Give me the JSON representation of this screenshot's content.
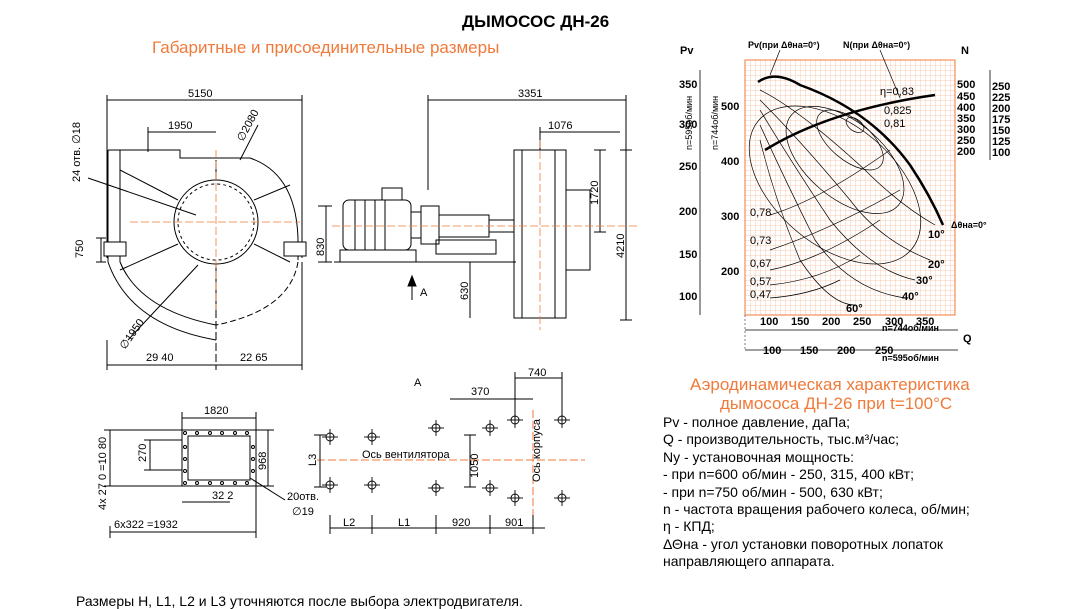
{
  "title": "ДЫМОСОС ДН-26",
  "subtitle_dimensions": "Габаритные и присоединительные размеры",
  "aero_title_line1": "Аэродинамическая характеристика",
  "aero_title_line2": "дымососа ДН-26 при t=100°C",
  "legend": [
    "Pv - полное давление, даПа;",
    "Q - производительность, тыс.м³/час;",
    "Ny - установочная мощность:",
    "- при n=600 об/мин - 250, 315, 400 кВт;",
    "- при n=750 об/мин - 500, 630 кВт;",
    "n - частота вращения рабочего колеса, об/мин;",
    "η - КПД;",
    "ΔΘна - угол установки поворотных лопаток",
    "направляющего аппарата."
  ],
  "footnote": "Размеры  H, L1, L2 и L3 уточняются после выбора электродвигателя.",
  "front_view": {
    "dim_5150": "5150",
    "dim_1950": "1950",
    "dim_d2080": "∅2080",
    "dim_holes": "24 отв. ∅18",
    "dim_750": "750",
    "dim_d1950": "∅1950",
    "dim_2940": "29 40",
    "dim_2265": "22 65"
  },
  "side_view": {
    "dim_3351": "3351",
    "dim_1076": "1076",
    "dim_1720": "1720",
    "dim_4210": "4210",
    "dim_830": "830",
    "dim_630": "630",
    "arrow_a": "A"
  },
  "flange_view": {
    "dim_1820": "1820",
    "dim_270": "270",
    "dim_968": "968",
    "dim_4x270": "4x 27 0 =10 80",
    "dim_322": "32 2",
    "dim_6x322": "6x322 =1932",
    "dim_20holes": "20отв.",
    "dim_d19": "∅19"
  },
  "foundation_view": {
    "view_a": "A",
    "dim_370": "370",
    "dim_740": "740",
    "dim_1050": "1050",
    "dim_l3": "L3",
    "dim_l2": "L2",
    "dim_l1": "L1",
    "dim_920": "920",
    "dim_901": "901",
    "axis_fan": "Ось вентилятора",
    "axis_housing": "Ось корпуса"
  },
  "chart_labels": {
    "pv_axis": "Pv",
    "n_axis": "N",
    "q_axis": "Q",
    "n595_axis": "n=595об/мин",
    "n744_axis": "n=744об/мин",
    "pv_curve": "Pv(при Δθна=0°)",
    "n_curve": "N(при Δθна=0°)",
    "dtheta0": "Δθна=0°",
    "q_744": "n=744об/мин",
    "q_595": "n=595об/мин"
  },
  "chart_data": {
    "type": "line",
    "title": "Аэродинамическая характеристика дымососа ДН-26 при t=100°C",
    "xlabel": "Q",
    "ylabel": "Pv",
    "q_ticks_744": [
      "100",
      "150",
      "200",
      "250",
      "300",
      "350"
    ],
    "q_ticks_595": [
      "100",
      "150",
      "200",
      "250"
    ],
    "pv_ticks_595": [
      "100",
      "150",
      "200",
      "250",
      "300",
      "350"
    ],
    "pv_ticks_744": [
      "200",
      "300",
      "400",
      "500"
    ],
    "n_ticks_744": [
      "500",
      "450",
      "400",
      "350",
      "300",
      "250",
      "200"
    ],
    "n_ticks_595": [
      "250",
      "225",
      "200",
      "175",
      "150",
      "125",
      "100"
    ],
    "efficiency_labels": [
      "η=0,83",
      "0,825",
      "0,81",
      "0,78",
      "0,73",
      "0,67",
      "0,57",
      "0,47"
    ],
    "angle_labels": [
      "10°",
      "20°",
      "30°",
      "40°",
      "60°"
    ]
  }
}
